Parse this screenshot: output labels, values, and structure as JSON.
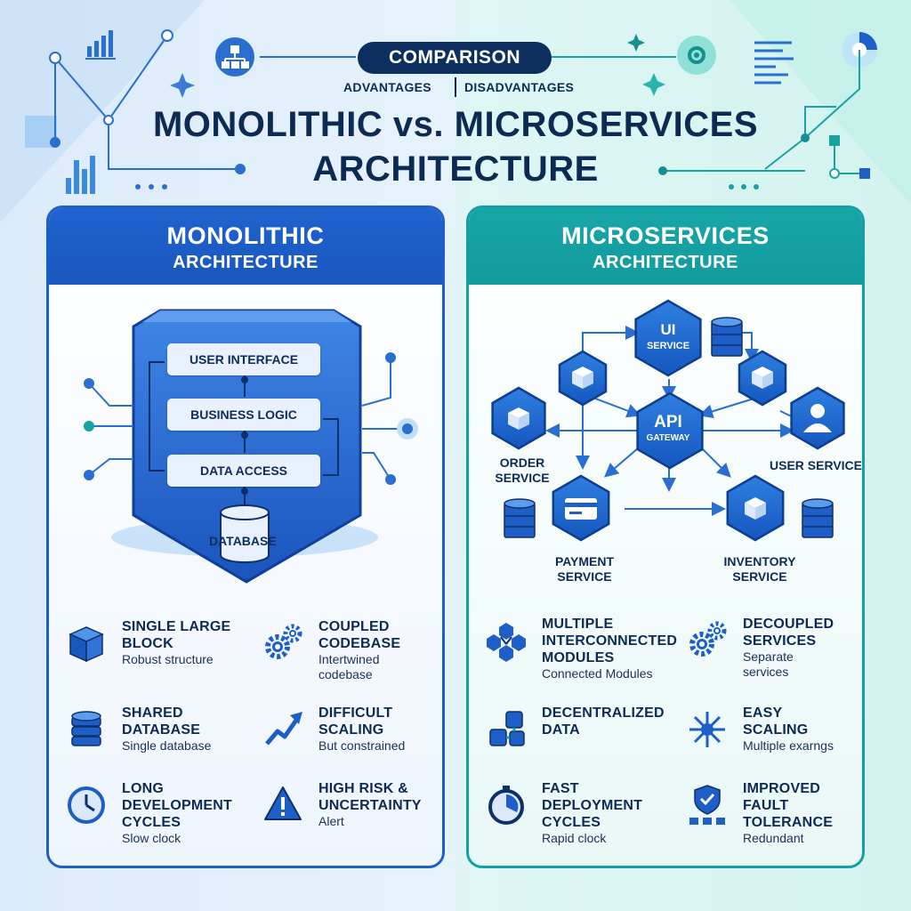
{
  "header": {
    "badge": "COMPARISON",
    "advantages": "ADVANTAGES",
    "disadvantages": "DISADVANTAGES",
    "title_line1": "MONOLITHIC vs. MICROSERVICES",
    "title_line2": "ARCHITECTURE"
  },
  "monolithic": {
    "heading_line1": "MONOLITHIC",
    "heading_line2": "ARCHITECTURE",
    "color": "#1e5fc7",
    "layers": [
      "USER INTERFACE",
      "BUSINESS LOGIC",
      "DATA ACCESS"
    ],
    "database_label": "DATABASE",
    "features": [
      {
        "title": [
          "SINGLE LARGE",
          "BLOCK"
        ],
        "subtitle": [
          "Robust structure"
        ],
        "icon": "cube-icon"
      },
      {
        "title": [
          "COUPLED",
          "CODEBASE"
        ],
        "subtitle": [
          "Intertwined",
          "codebase"
        ],
        "icon": "gears-icon"
      },
      {
        "title": [
          "SHARED",
          "DATABASE"
        ],
        "subtitle": [
          "Single database"
        ],
        "icon": "database-icon"
      },
      {
        "title": [
          "DIFFICULT",
          "SCALING"
        ],
        "subtitle": [
          "But constrained"
        ],
        "icon": "trend-arrow-icon"
      },
      {
        "title": [
          "LONG",
          "DEVELOPMENT",
          "CYCLES"
        ],
        "subtitle": [
          "Slow clock"
        ],
        "icon": "clock-icon"
      },
      {
        "title": [
          "HIGH RISK &",
          "UNCERTAINTY"
        ],
        "subtitle": [
          "Alert"
        ],
        "icon": "warning-icon"
      }
    ]
  },
  "microservices": {
    "heading_line1": "MICROSERVICES",
    "heading_line2": "ARCHITECTURE",
    "color": "#13a0a2",
    "nodes": {
      "ui": [
        "UI",
        "SERVICE"
      ],
      "api": [
        "API",
        "GATEWAY"
      ],
      "order": [
        "ORDER",
        "SERVICE"
      ],
      "user": [
        "USER SERVICE"
      ],
      "payment": [
        "PAYMENT",
        "SERVICE"
      ],
      "inventory": [
        "INVENTORY",
        "SERVICE"
      ]
    },
    "features": [
      {
        "title": [
          "MULTIPLE",
          "INTERCONNECTED",
          "MODULES"
        ],
        "subtitle": [
          "Connected Modules"
        ],
        "icon": "modules-icon"
      },
      {
        "title": [
          "DECOUPLED",
          "SERVICES"
        ],
        "subtitle": [
          "Separate",
          "services"
        ],
        "icon": "gears-icon"
      },
      {
        "title": [
          "DECENTRALIZED",
          "DATA"
        ],
        "subtitle": [],
        "icon": "distributed-db-icon"
      },
      {
        "title": [
          "EASY",
          "SCALING"
        ],
        "subtitle": [
          "Multiple exarngs"
        ],
        "icon": "scale-arrows-icon"
      },
      {
        "title": [
          "FAST",
          "DEPLOYMENT",
          "CYCLES"
        ],
        "subtitle": [
          "Rapid clock"
        ],
        "icon": "stopwatch-icon"
      },
      {
        "title": [
          "IMPROVED",
          "FAULT",
          "TOLERANCE"
        ],
        "subtitle": [
          "Redundant"
        ],
        "icon": "shield-network-icon"
      }
    ]
  }
}
